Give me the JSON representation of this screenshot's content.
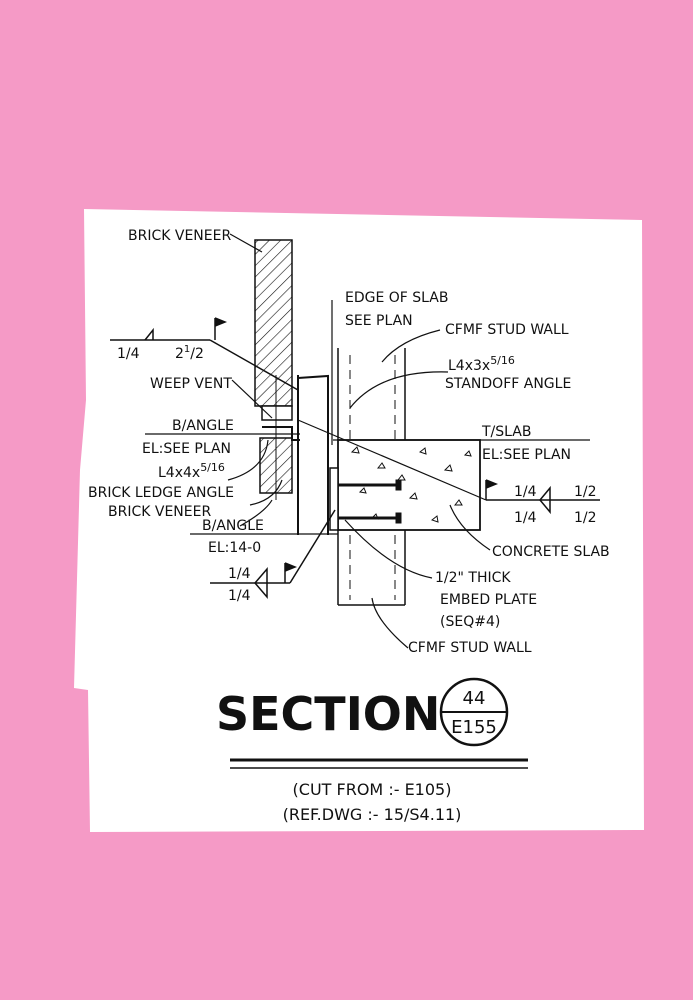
{
  "labels": {
    "brick_veneer_top": "BRICK VENEER",
    "edge_of_slab": "EDGE OF SLAB",
    "see_plan": "SEE PLAN",
    "cfmf_stud_wall_top": "CFMF STUD WALL",
    "weld_left_top_a": "1/4",
    "weld_left_top_b": "2",
    "weld_left_top_b_sup": "1",
    "weld_left_top_b_sub": "/2",
    "angle_size": "L4x3x",
    "angle_size_frac": "5/16",
    "standoff_angle": "STANDOFF ANGLE",
    "weep_vent": "WEEP VENT",
    "b_angle_1": "B/ANGLE",
    "el_see_plan_1": "EL:SEE PLAN",
    "t_slab": "T/SLAB",
    "el_see_plan_2": "EL:SEE PLAN",
    "ledge_size": "L4x4x",
    "ledge_size_frac": "5/16",
    "brick_ledge_angle": "BRICK LEDGE ANGLE",
    "brick_veneer_bottom": "BRICK VENEER",
    "weld_right_a1": "1/4",
    "weld_right_b1": "1/2",
    "weld_right_a2": "1/4",
    "weld_right_b2": "1/2",
    "b_angle_2": "B/ANGLE",
    "el_14_0": "EL:14-0",
    "concrete_slab": "CONCRETE SLAB",
    "weld_lower_1": "1/4",
    "weld_lower_2": "1/4",
    "embed_plate_1": "1/2\" THICK",
    "embed_plate_2": "EMBED PLATE",
    "embed_plate_3": "(SEQ#4)",
    "cfmf_stud_wall_bottom": "CFMF STUD WALL"
  },
  "title": {
    "section": "SECTION",
    "detail_number": "44",
    "sheet_number": "E155"
  },
  "references": {
    "cut_from": "(CUT FROM :- E105)",
    "ref_dwg": "(REF.DWG :- 15/S4.11)"
  },
  "colors": {
    "background": "#f59ac6",
    "paper": "#ffffff",
    "ink": "#111111"
  }
}
